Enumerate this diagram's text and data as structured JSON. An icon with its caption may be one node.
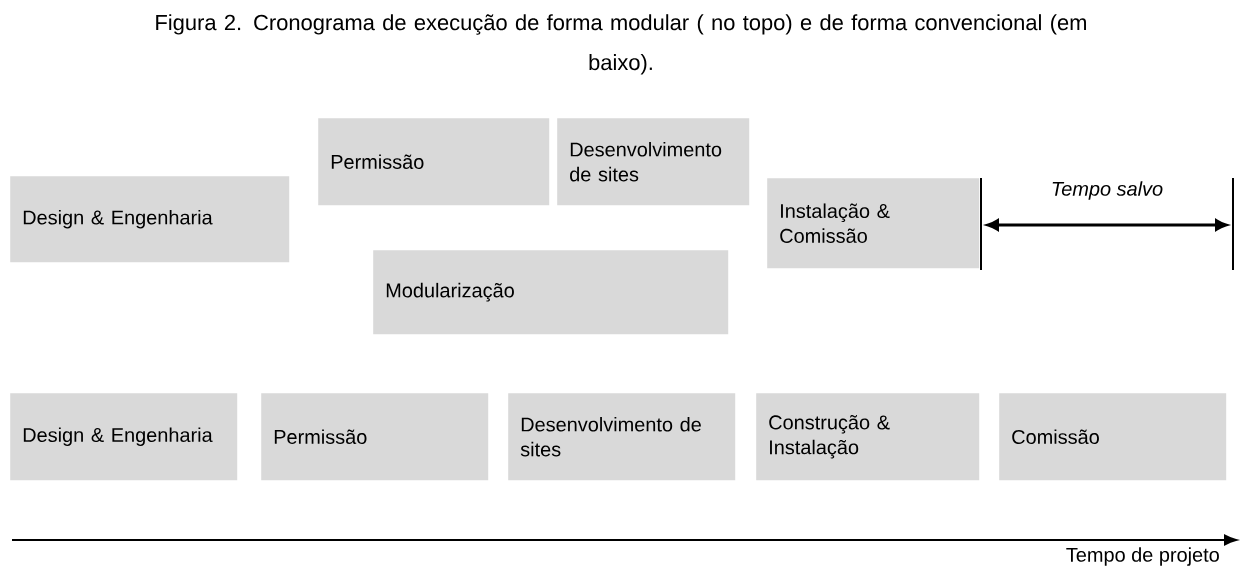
{
  "diagram": {
    "title": "Figura 2. Cronograma de execução de forma modular ( no topo) e de forma convencional (em baixo).",
    "nodes": [
      {
        "text": [
          "Design & Engenharia"
        ]
      },
      {
        "text": [
          "Permissão"
        ]
      },
      {
        "text": [
          "Desenvolvimento de sites"
        ]
      },
      {
        "text": [
          "Modularização"
        ]
      },
      {
        "text": [
          "Instalação & Comissão"
        ]
      },
      {
        "text": [
          "Design & Engenharia"
        ]
      },
      {
        "text": [
          "Permissão"
        ]
      },
      {
        "text": [
          "Desenvolvimento de sites"
        ]
      },
      {
        "text": [
          "Construção & Instalação"
        ]
      },
      {
        "text": [
          "Comissão"
        ]
      }
    ],
    "labels": [
      "Tempo salvo",
      "Tempo de projeto"
    ]
  }
}
